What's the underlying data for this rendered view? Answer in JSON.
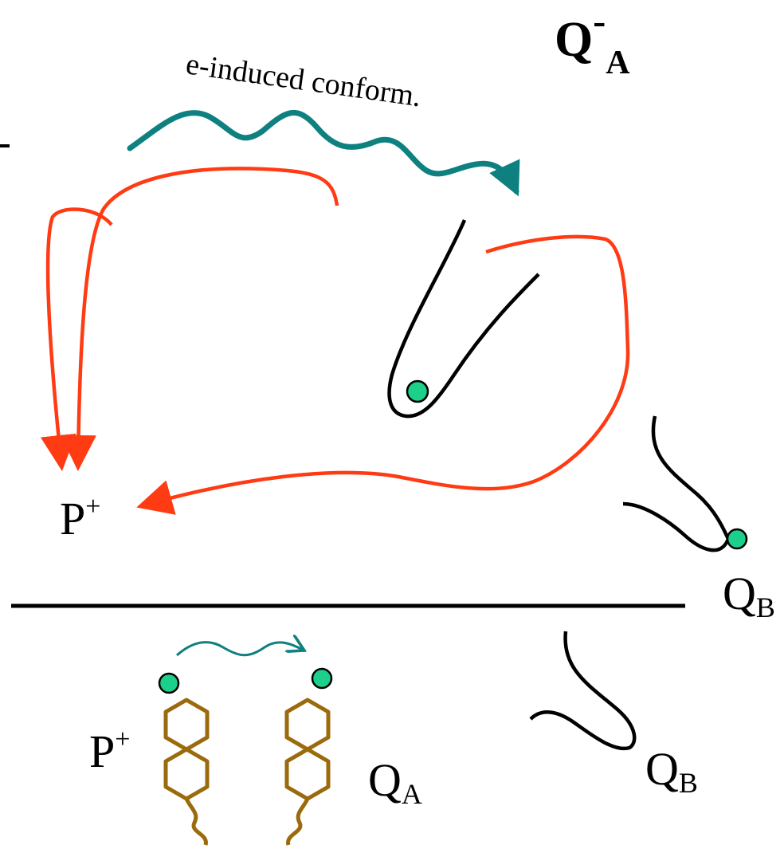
{
  "title": {
    "base": "Q",
    "sup": "-",
    "sub": "A"
  },
  "arc_label": "e-induced conform.",
  "labels": {
    "p_plus_top": {
      "base": "P",
      "sup": "+"
    },
    "q_b_top": {
      "base": "Q",
      "sub": "B"
    },
    "p_plus_bottom": {
      "base": "P",
      "sup": "+"
    },
    "q_a_bottom": {
      "base": "Q",
      "sub": "A"
    },
    "q_b_bottom": {
      "base": "Q",
      "sub": "B"
    }
  },
  "colors": {
    "red_arrow": "#ff3b14",
    "teal_arrow": "#0e8080",
    "quinone_ring": "#9a6a0c",
    "dot_fill": "#1ccf8a",
    "line": "#000000"
  }
}
